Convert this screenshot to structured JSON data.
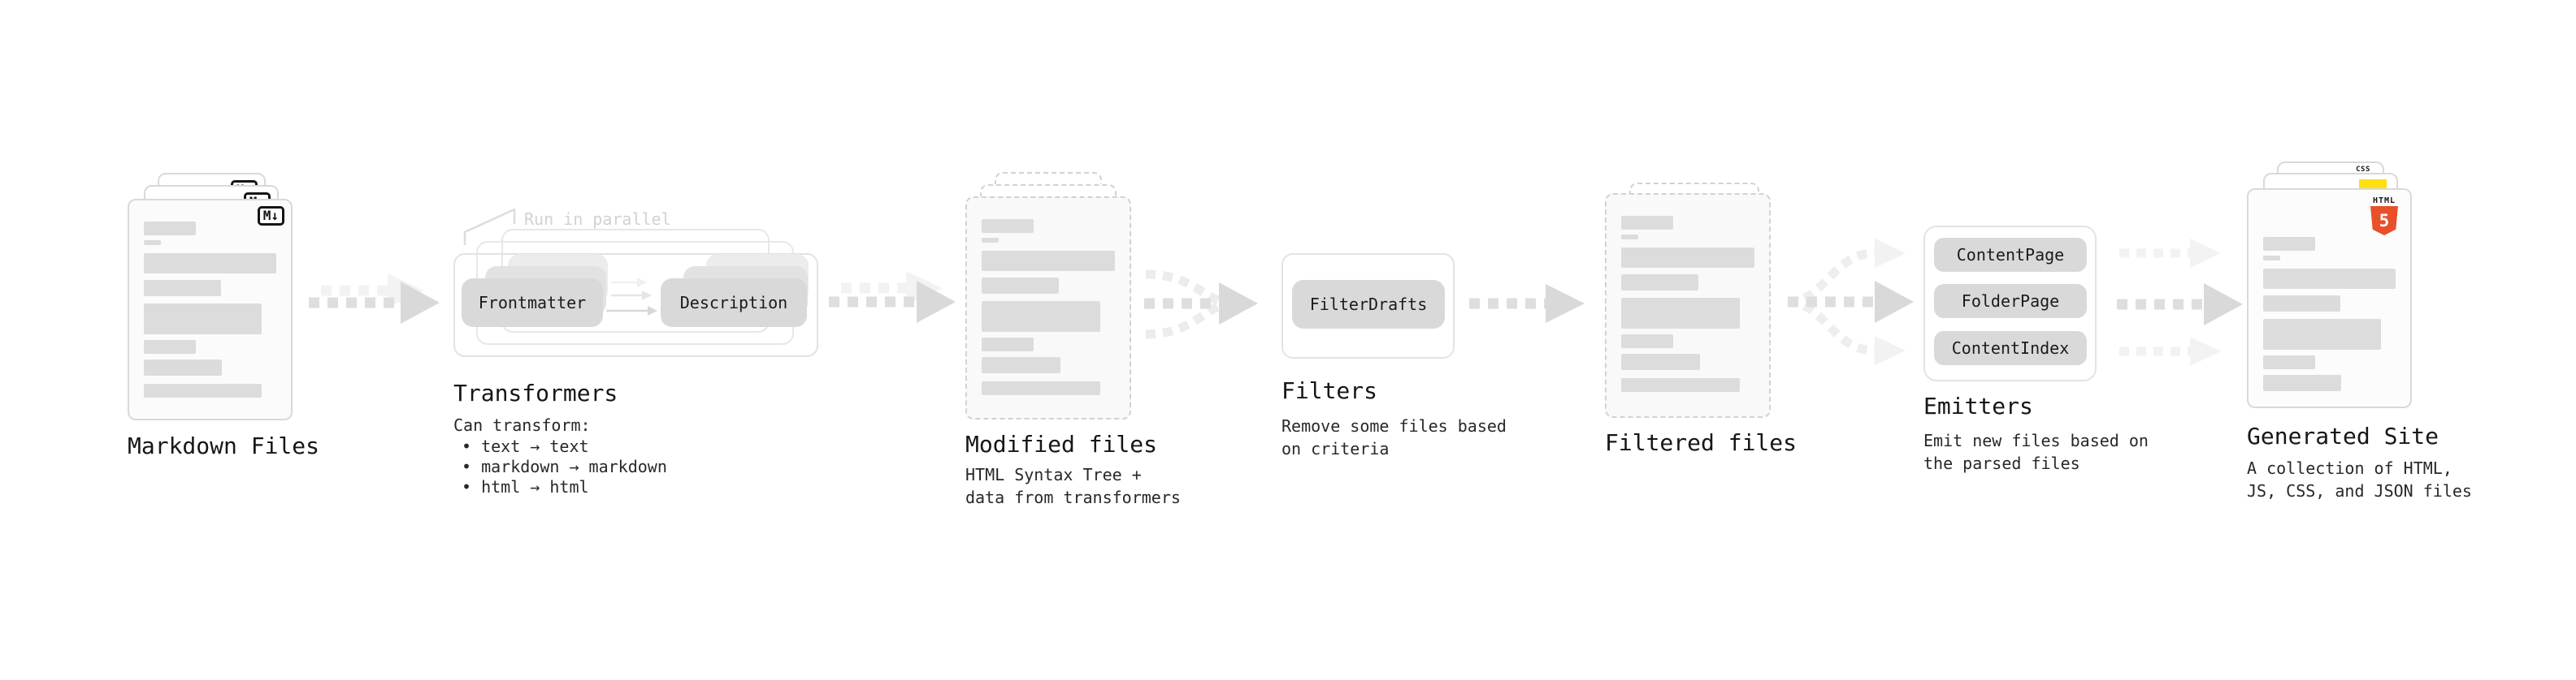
{
  "stages": {
    "markdown_files": {
      "label": "Markdown Files",
      "badge": "M↓"
    },
    "transformers": {
      "label": "Transformers",
      "annotation": "Run in parallel",
      "input_pill": "Frontmatter",
      "output_pill": "Description",
      "description": "Can transform:",
      "bullets": [
        "text → text",
        "markdown → markdown",
        "html → html"
      ]
    },
    "modified_files": {
      "label": "Modified files",
      "description": "HTML Syntax Tree +\ndata from transformers"
    },
    "filters": {
      "label": "Filters",
      "pill": "FilterDrafts",
      "description": "Remove some files based\non criteria"
    },
    "filtered_files": {
      "label": "Filtered files"
    },
    "emitters": {
      "label": "Emitters",
      "pills": [
        "ContentPage",
        "FolderPage",
        "ContentIndex"
      ],
      "description": "Emit new files based on\nthe parsed files"
    },
    "generated_site": {
      "label": "Generated Site",
      "description": "A collection of HTML,\nJS, CSS, and JSON files",
      "html_badge_top": "HTML",
      "html_badge_number": "5",
      "css_badge": "CSS"
    }
  },
  "colors": {
    "arrow_dark": "#dedede",
    "arrow_head_dark": "#d9d9d9",
    "arrow_faint": "#f2f2f2",
    "pill_bg": "#d9d9d9",
    "html5_orange": "#e8502a",
    "js_yellow": "#ffe011",
    "css_blue": "#1f6fe0"
  }
}
